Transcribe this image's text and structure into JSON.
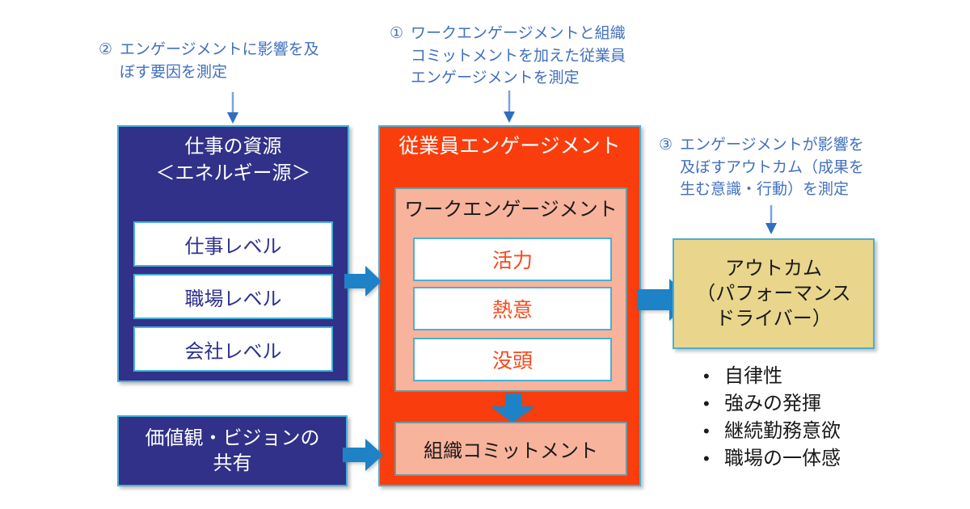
{
  "colors": {
    "navy": "#313189",
    "navy-text": "#2E3191",
    "orange": "#F93D0D",
    "pink": "#F8B39C",
    "pink-border": "#6F98A0",
    "tan": "#E9D68C",
    "accent-border": "#47B0D6",
    "arrow-blue": "#1E82C7",
    "note-blue": "#4170BE",
    "item-orange": "#F6491C"
  },
  "annotations": {
    "note1": {
      "number": "①",
      "lines": [
        "ワークエンゲージメントと組織",
        "コミットメントを加えた従業員",
        "エンゲージメントを測定"
      ]
    },
    "note2": {
      "number": "②",
      "lines": [
        "エンゲージメントに影響を及",
        "ぼす要因を測定"
      ]
    },
    "note3": {
      "number": "③",
      "lines": [
        "エンゲージメントが影響を",
        "及ぼすアウトカム（成果を",
        "生む意識・行動）を測定"
      ]
    }
  },
  "job_resources": {
    "title_lines": [
      "仕事の資源",
      "＜エネルギー源＞"
    ],
    "items": [
      "仕事レベル",
      "職場レベル",
      "会社レベル"
    ]
  },
  "values_vision": {
    "lines": [
      "価値観・ビジョンの",
      "共有"
    ]
  },
  "employee_engagement": {
    "title": "従業員エンゲージメント",
    "work_engagement": {
      "title": "ワークエンゲージメント",
      "items": [
        "活力",
        "熱意",
        "没頭"
      ]
    },
    "org_commitment": "組織コミットメント"
  },
  "outcome": {
    "lines": [
      "アウトカム",
      "（パフォーマンス",
      "ドライバー）"
    ]
  },
  "outcome_items": [
    "自律性",
    "強みの発揮",
    "継続勤務意欲",
    "職場の一体感"
  ]
}
